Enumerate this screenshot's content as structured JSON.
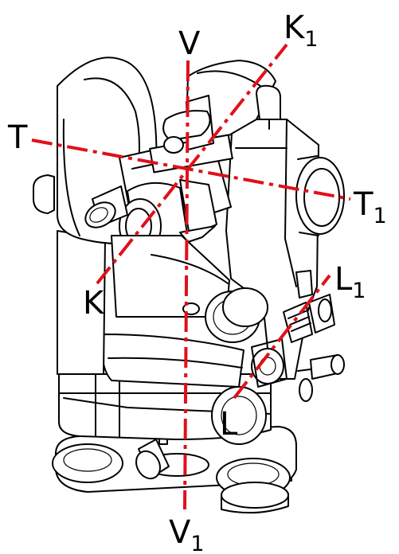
{
  "colors": {
    "axis": "#e0101a",
    "outline": "#000000",
    "background": "#ffffff"
  },
  "labels": {
    "v_top": {
      "main": "V",
      "sub": ""
    },
    "v_bottom": {
      "main": "V",
      "sub": "1"
    },
    "t_left": {
      "main": "T",
      "sub": ""
    },
    "t_right": {
      "main": "T",
      "sub": "1"
    },
    "k_front": {
      "main": "K",
      "sub": ""
    },
    "k_back": {
      "main": "K",
      "sub": "1"
    },
    "l_front": {
      "main": "L",
      "sub": ""
    },
    "l_back": {
      "main": "L",
      "sub": "1"
    }
  }
}
